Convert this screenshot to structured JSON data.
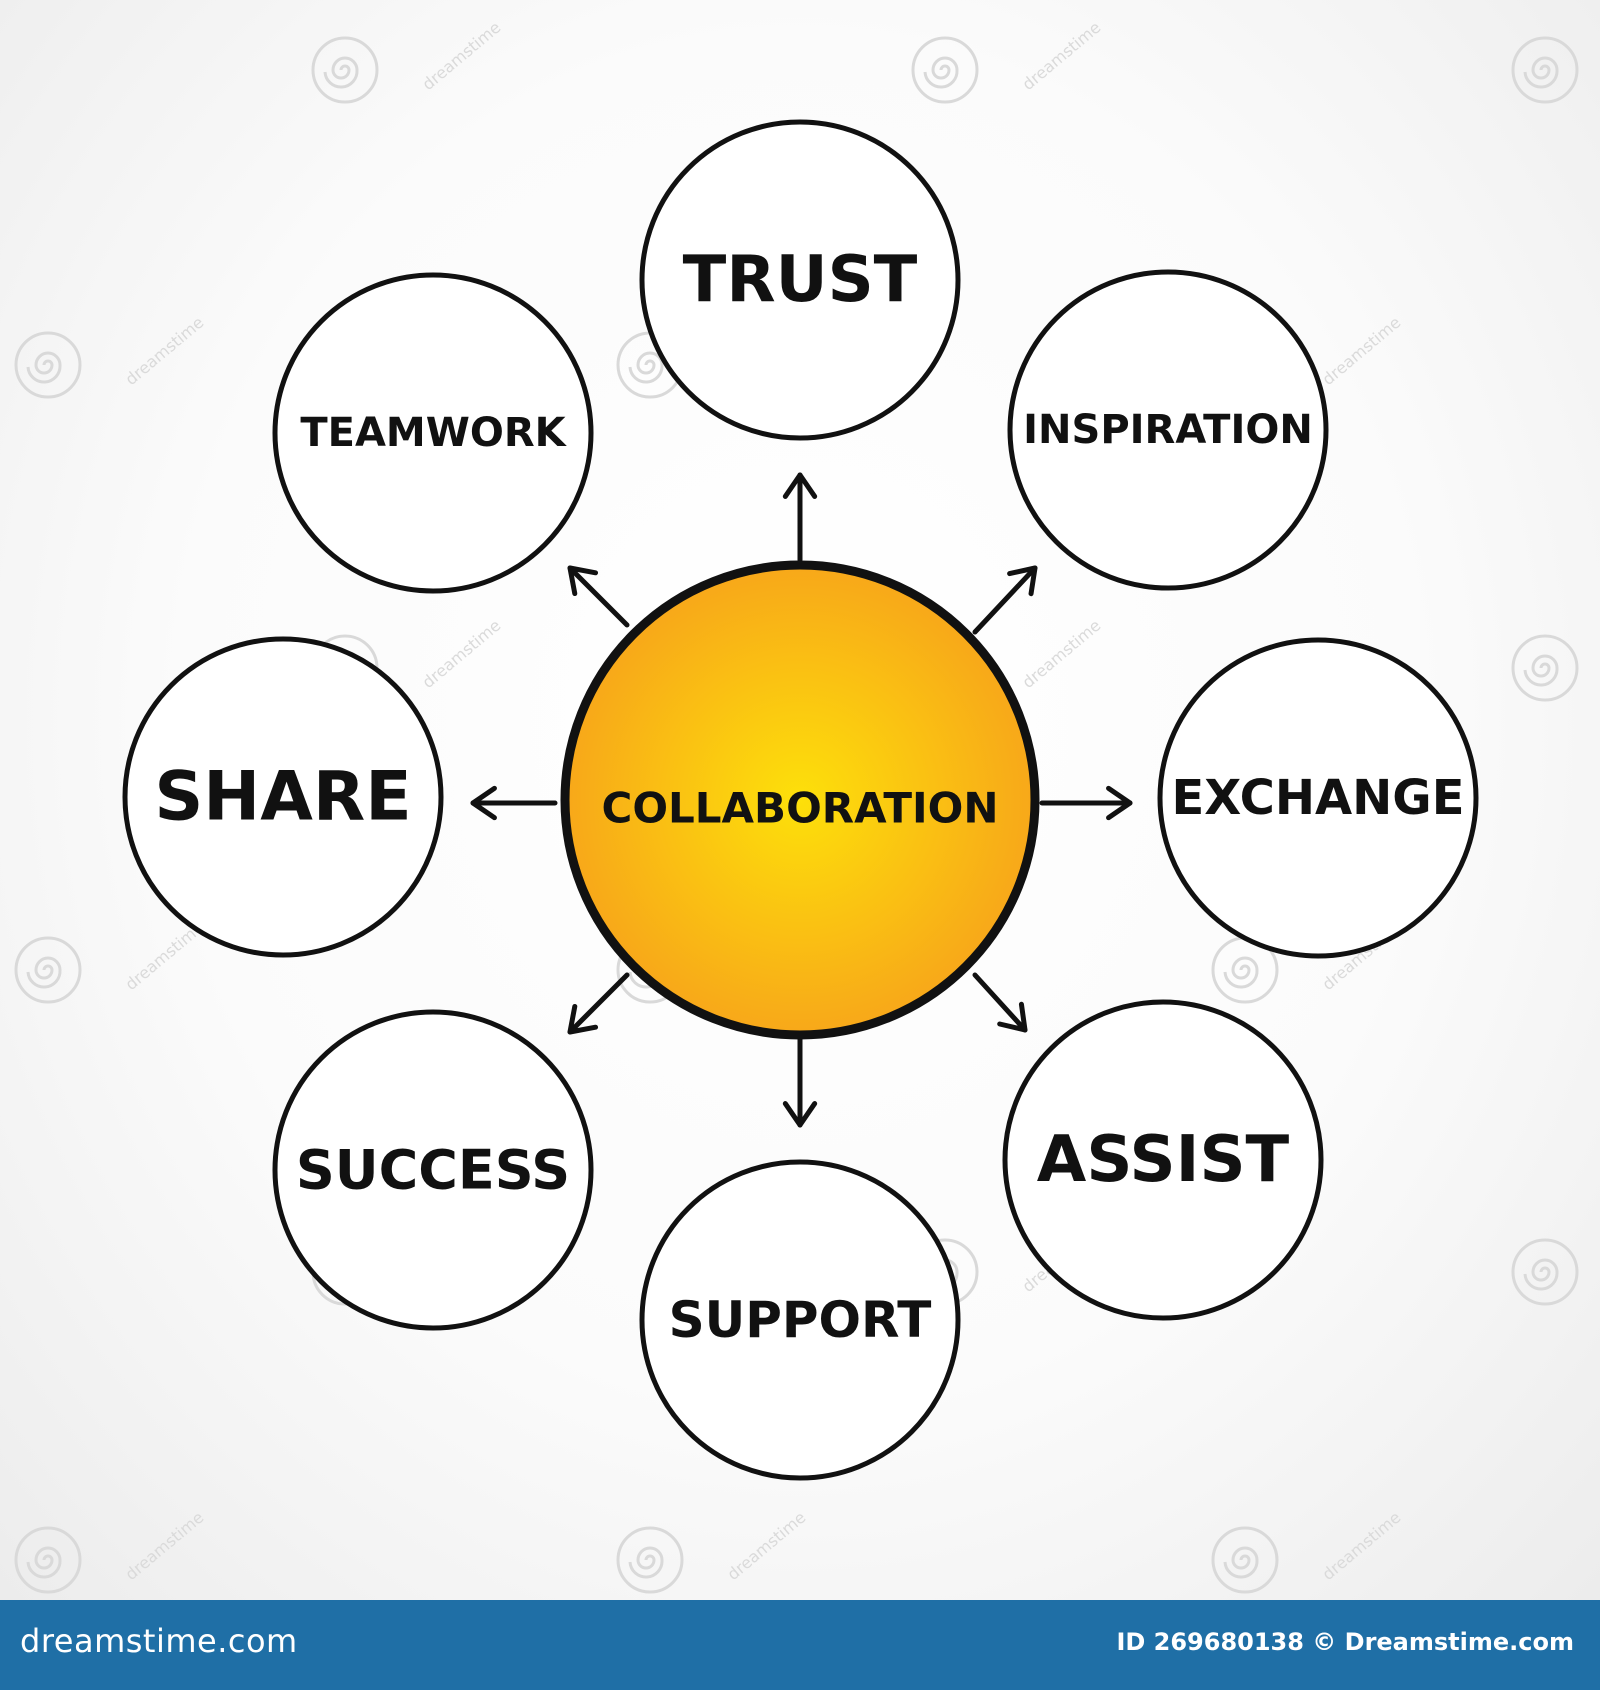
{
  "diagram": {
    "center": {
      "label": "COLLABORATION"
    },
    "nodes": [
      {
        "id": "trust",
        "label": "TRUST"
      },
      {
        "id": "inspiration",
        "label": "INSPIRATION"
      },
      {
        "id": "exchange",
        "label": "EXCHANGE"
      },
      {
        "id": "assist",
        "label": "ASSIST"
      },
      {
        "id": "support",
        "label": "SUPPORT"
      },
      {
        "id": "success",
        "label": "SUCCESS"
      },
      {
        "id": "share",
        "label": "SHARE"
      },
      {
        "id": "teamwork",
        "label": "TEAMWORK"
      }
    ]
  },
  "colors": {
    "center_fill_inner": "#fde00a",
    "center_fill_outer": "#f7a21b",
    "outline": "#111111",
    "footer_bg": "#1f6fa6"
  },
  "watermark": {
    "text": "dreamstime"
  },
  "footer": {
    "logo": "dreamstime.com",
    "image_id": "ID 269680138 © Dreamstime.com"
  }
}
